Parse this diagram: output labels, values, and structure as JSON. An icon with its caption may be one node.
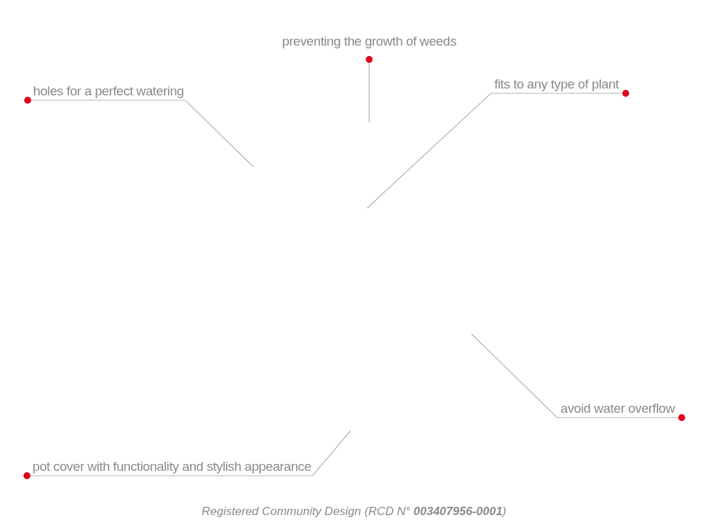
{
  "diagram": {
    "caption": "Registered Community Design (RCD N° **003407956-0001**)",
    "nodes": [
      {
        "text": [
          "holes for a perfect watering"
        ]
      },
      {
        "text": [
          "preventing the growth of weeds"
        ]
      },
      {
        "text": [
          "fits to any type of plant"
        ]
      },
      {
        "text": [
          "avoid water overflow"
        ]
      },
      {
        "text": [
          "pot cover with functionality and stylish appearance"
        ]
      }
    ],
    "edges": [
      {
        "from": 0,
        "to": null,
        "arrow": "other"
      },
      {
        "from": 1,
        "to": null,
        "arrow": "other"
      },
      {
        "from": 2,
        "to": null,
        "arrow": "other"
      },
      {
        "from": 3,
        "to": null,
        "arrow": "other"
      },
      {
        "from": 4,
        "to": null,
        "arrow": "other"
      }
    ]
  }
}
